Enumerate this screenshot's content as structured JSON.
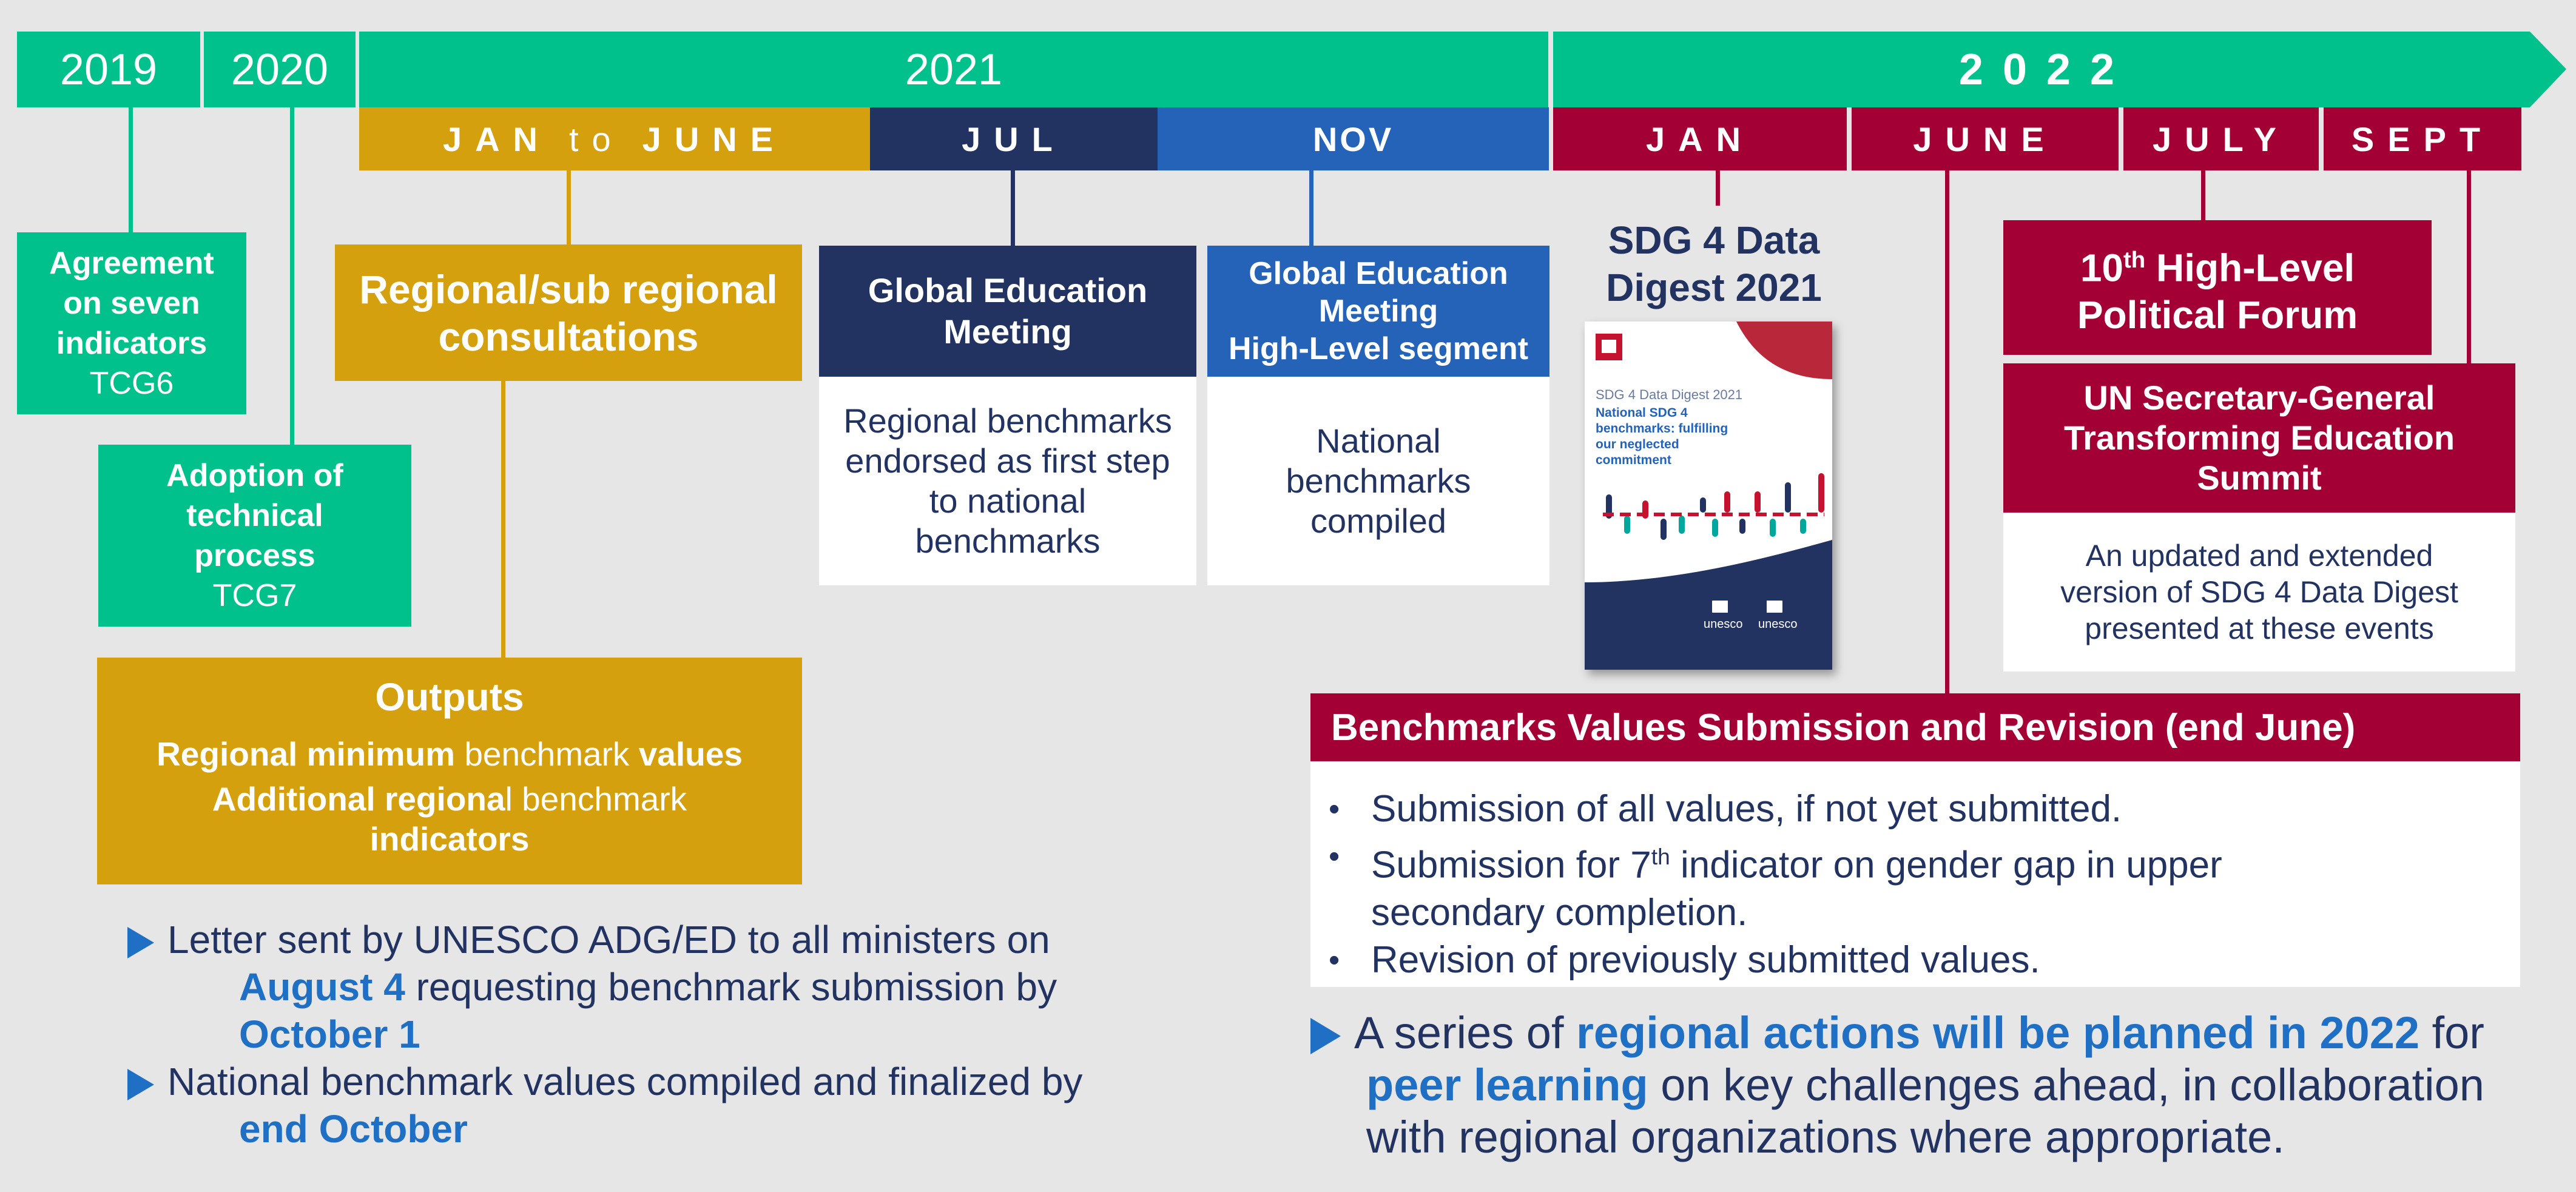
{
  "years": {
    "y2019": "2019",
    "y2020": "2020",
    "y2021": "2021",
    "y2022": "2 0 2 2"
  },
  "months": {
    "jan_june_2021_a": "JAN",
    "jan_june_2021_to": "to",
    "jan_june_2021_b": "JUNE",
    "jul_2021": "JUL",
    "nov_2021": "NOV",
    "jan_2022": "JAN",
    "june_2022": "JUNE",
    "july_2022": "JULY",
    "sept_2022": "SEPT"
  },
  "tcg6": {
    "title": "Agreement on seven indicators",
    "sub": "TCG6"
  },
  "tcg7": {
    "title": "Adoption of technical process",
    "sub": "TCG7"
  },
  "consultations": {
    "title": "Regional/sub regional consultations"
  },
  "outputs": {
    "title": "Outputs",
    "line1_bold": "Regional minimum",
    "line1_mid": "benchmark",
    "line1_end": "values",
    "line2_bold": "Additional regiona",
    "line2_mid": "l benchmark",
    "line2_end": "indicators"
  },
  "global_meeting": {
    "title": "Global Education Meeting",
    "body": "Regional benchmarks endorsed as first step to national benchmarks"
  },
  "global_meeting_hl": {
    "title_1": "Global Education Meeting",
    "title_2": "High-Level segment",
    "body": "National benchmarks compiled"
  },
  "digest": {
    "title": "SDG 4 Data Digest 2021",
    "cover_label": "SDG 4 Data Digest 2021",
    "cover_title": "National SDG 4 benchmarks: fulfilling our neglected commitment",
    "logo1": "unesco",
    "logo2": "unesco"
  },
  "hlpf": {
    "title_num": "10",
    "title_sup": "th",
    "title_rest": "High-Level Political Forum"
  },
  "summit": {
    "title": "UN Secretary-General Transforming Education Summit",
    "body": "An updated and extended version of SDG 4 Data Digest presented at these events"
  },
  "submission": {
    "title": "Benchmarks Values Submission and Revision (end June)",
    "bullet_char": "•",
    "item1": "Submission of all values, if not yet submitted.",
    "item2_a": "Submission for 7",
    "item2_sup": "th",
    "item2_b": "indicator on gender gap in upper secondary completion.",
    "item3": "Revision of previously submitted values."
  },
  "notes_left": {
    "n1_a": "Letter sent by UNESCO ADG/ED to all ministers on",
    "n1_hl1": "August 4",
    "n1_b": "requesting benchmark submission by",
    "n1_hl2": "October 1",
    "n2_a": "National benchmark values compiled and finalized by",
    "n2_hl": "end October"
  },
  "note_right": {
    "a": "A series of",
    "hl1": "regional actions will be planned in 2022",
    "b": "for",
    "hl2": "peer learning",
    "c": "on key challenges ahead, in collaboration with regional organizations where appropriate."
  },
  "colors": {
    "green": "#00c08b",
    "gold": "#d4a00e",
    "navy": "#223362",
    "blue": "#2563b8",
    "crimson": "#a30036",
    "highlight": "#1f6fc4",
    "background": "#e6e6e6"
  }
}
